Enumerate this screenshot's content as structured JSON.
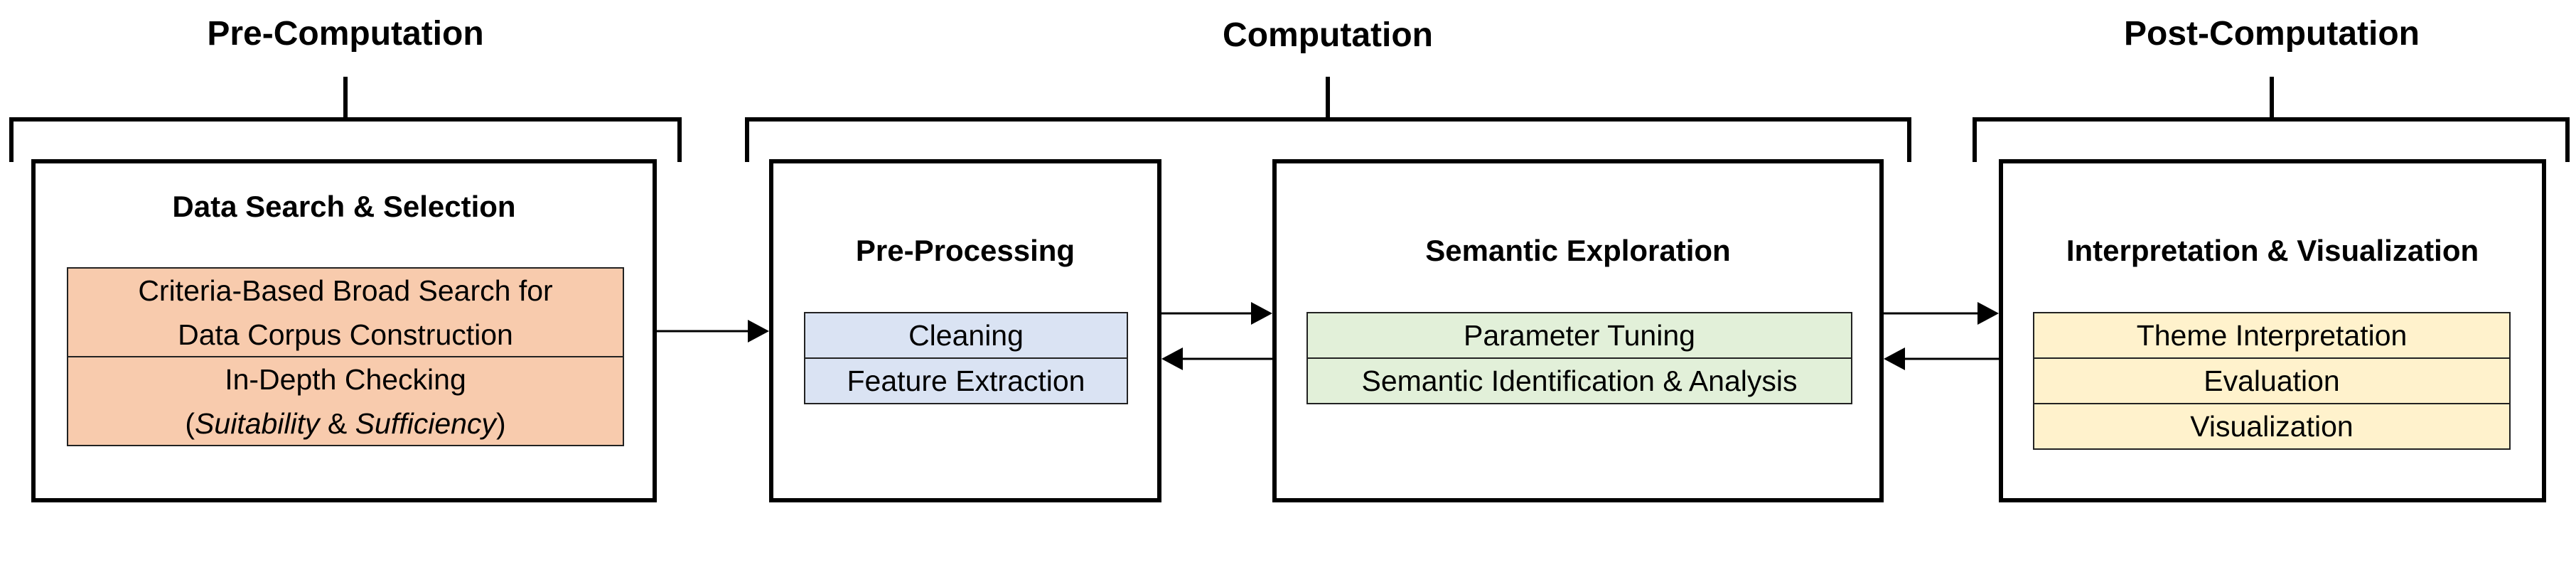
{
  "phases": {
    "pre": "Pre-Computation",
    "comp": "Computation",
    "post": "Post-Computation"
  },
  "stages": {
    "data_search": {
      "title": "Data Search & Selection",
      "item1_line1": "Criteria-Based Broad Search for",
      "item1_line2": "Data Corpus Construction",
      "item2_line1": "In-Depth Checking",
      "item2_paren_open": "(",
      "item2_suit": "Suitability",
      "item2_amp": " & ",
      "item2_suff": "Sufficiency",
      "item2_paren_close": ")"
    },
    "preprocessing": {
      "title": "Pre-Processing",
      "items": [
        "Cleaning",
        "Feature Extraction"
      ]
    },
    "semantic": {
      "title": "Semantic Exploration",
      "items": [
        "Parameter Tuning",
        "Semantic Identification & Analysis"
      ]
    },
    "interpretation": {
      "title": "Interpretation & Visualization",
      "items": [
        "Theme Interpretation",
        "Evaluation",
        "Visualization"
      ]
    }
  },
  "colors": {
    "orange": "#f8cbad",
    "blue": "#dae3f3",
    "green": "#e2f0d9",
    "yellow": "#fff2cc"
  }
}
